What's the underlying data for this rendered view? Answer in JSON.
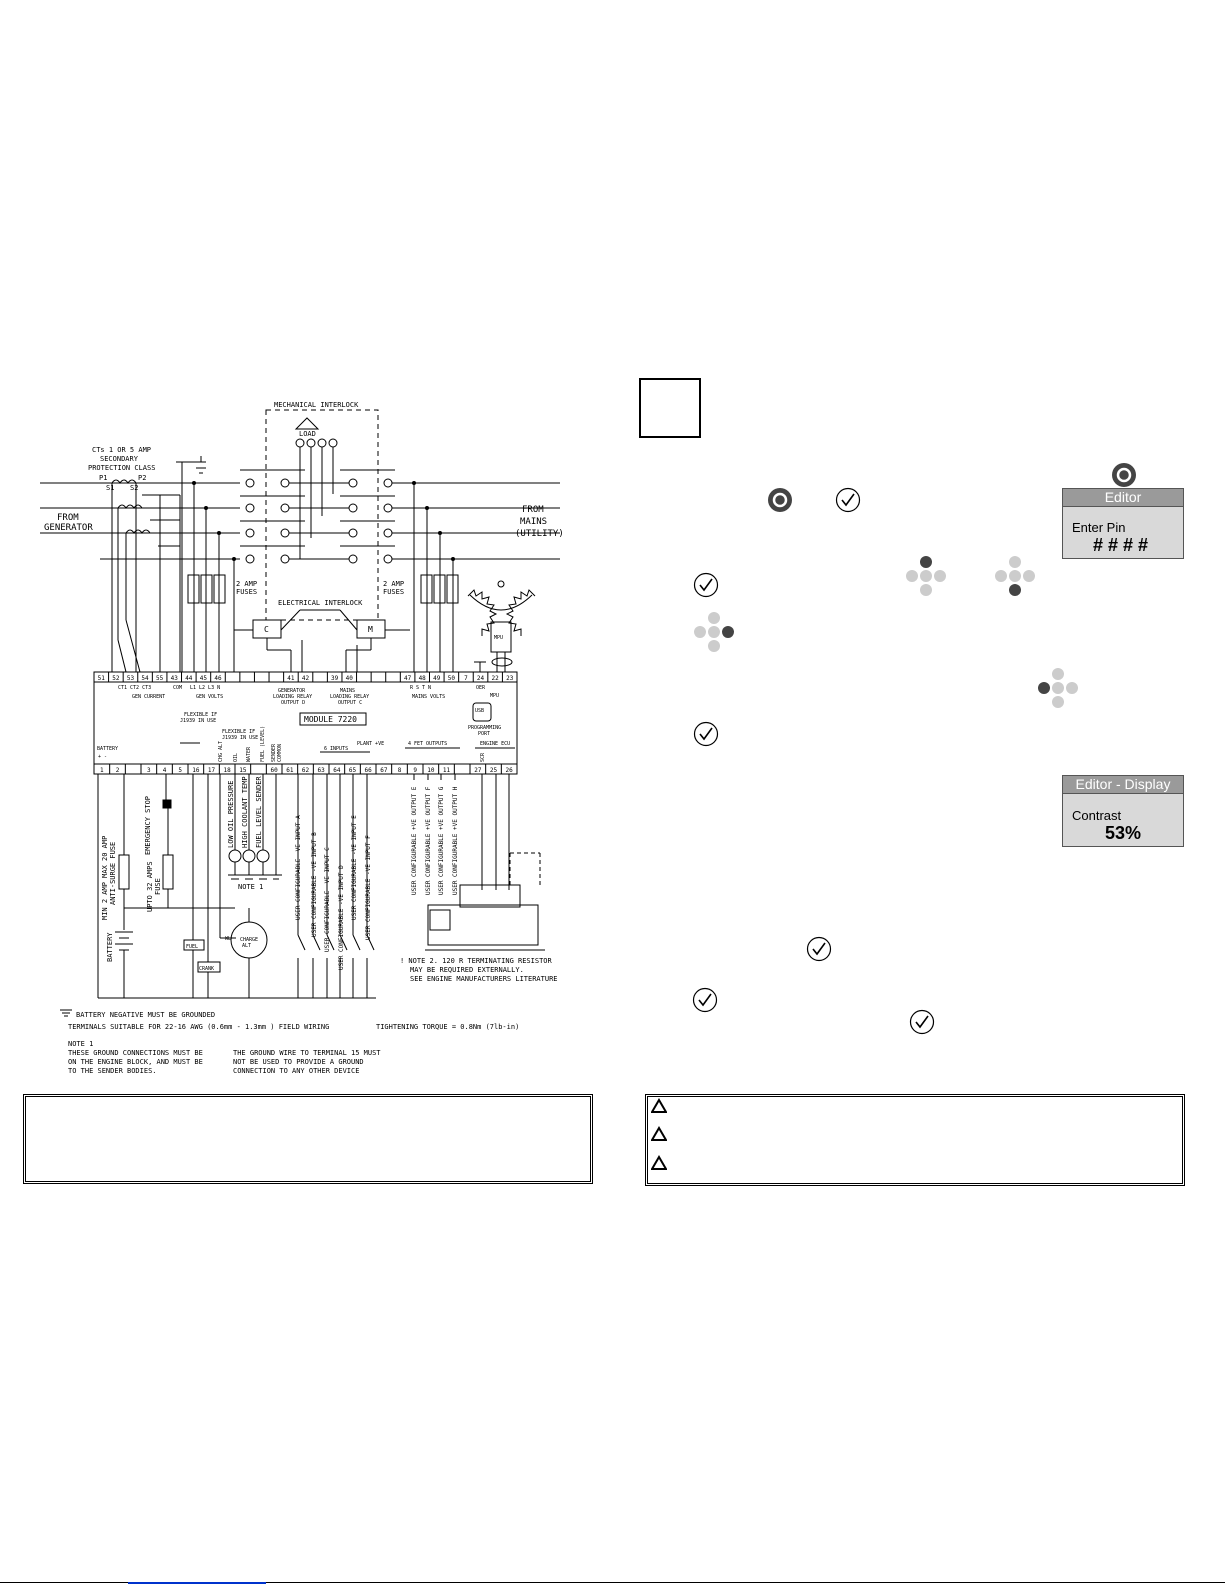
{
  "diagram": {
    "mechanical_interlock": "MECHANICAL INTERLOCK",
    "load": "LOAD",
    "ct_note": [
      "CTs 1 OR 5 AMP",
      "SECONDARY",
      "PROTECTION CLASS"
    ],
    "p1": "P1",
    "p2": "P2",
    "s1": "S1",
    "s2": "S2",
    "from_generator": [
      "FROM",
      "GENERATOR"
    ],
    "from_mains": [
      "FROM",
      "MAINS",
      "(UTILITY)"
    ],
    "fuses_left": [
      "2 AMP",
      "FUSES"
    ],
    "fuses_right": [
      "2 AMP",
      "FUSES"
    ],
    "electrical_interlock": "ELECTRICAL INTERLOCK",
    "contactor_c": "C",
    "contactor_m": "M",
    "mpu": "MPU",
    "module": "MODULE 7220",
    "top_terminals": [
      "51",
      "52",
      "53",
      "54",
      "55",
      "43",
      "44",
      "45",
      "46",
      "",
      "",
      "",
      "",
      "41",
      "42",
      "",
      "39",
      "40",
      "",
      "",
      "",
      "47",
      "48",
      "49",
      "50",
      "7",
      "24",
      "22",
      "23"
    ],
    "ct_labels": "CT1 CT2 CT3",
    "com": "COM",
    "gen_current": "GEN CURRENT",
    "gen_volts": "GEN VOLTS",
    "gen_phase": "L1 L2 L3 N",
    "gen_relay": [
      "GENERATOR",
      "LOADING RELAY",
      "OUTPUT D"
    ],
    "mains_relay": [
      "MAINS",
      "LOADING RELAY",
      "OUTPUT C"
    ],
    "mains_volts": "MAINS VOLTS",
    "mains_phase": "R S T N",
    "oer": "OER",
    "mpu_label": "MPU",
    "usb": "USB",
    "programming_port": [
      "PROGRAMMING",
      "PORT"
    ],
    "flexible1": [
      "FLEXIBLE IF",
      "J1939 IN USE"
    ],
    "flexible2": [
      "FLEXIBLE IF",
      "J1939 IN USE"
    ],
    "battery_label": "BATTERY",
    "plus_minus": "+  -",
    "chg_alt": "CHG ALT",
    "oil": "OIL",
    "water": "WATER",
    "fuel_level": "FUEL (LEVEL)",
    "sender_common": [
      "SENDER",
      "COMMON"
    ],
    "inputs": "6 INPUTS",
    "plant_ve": "PLANT +VE",
    "fet_outputs": "4 FET OUTPUTS",
    "engine_ecu": "ENGINE ECU",
    "scr": "SCR",
    "bottom_terminals": [
      "1",
      "2",
      "",
      "3",
      "4",
      "5",
      "16",
      "17",
      "18",
      "15",
      "",
      "60",
      "61",
      "62",
      "63",
      "64",
      "65",
      "66",
      "67",
      "8",
      "9",
      "10",
      "11",
      "",
      "27",
      "25",
      "26"
    ],
    "low_oil": "LOW OIL PRESSURE",
    "high_coolant": "HIGH COOLANT TEMP",
    "fuel_sender": "FUEL LEVEL SENDER",
    "note1_label": "NOTE 1",
    "emergency_stop": "EMERGENCY STOP",
    "battery_fuse": [
      "MIN 2 AMP MAX 20 AMP",
      "ANTI-SURGE FUSE"
    ],
    "upto_fuse": [
      "UPTO 32 AMPS",
      "FUSE"
    ],
    "battery": "BATTERY",
    "fuel": "FUEL",
    "crank": "CRANK",
    "charge_alt": [
      "CHARGE",
      "ALT"
    ],
    "wl": "WL",
    "user_inputs": [
      "USER CONFIGURABLE -VE INPUT A",
      "USER CONFIGURABLE -VE INPUT B",
      "USER CONFIGURABLE -VE INPUT C",
      "USER CONFIGURABLE -VE INPUT D",
      "USER CONFIGURABLE -VE INPUT E",
      "USER CONFIGURABLE -VE INPUT F"
    ],
    "user_outputs": [
      "USER CONFIGURABLE +VE OUTPUT E",
      "USER CONFIGURABLE +VE OUTPUT F",
      "USER CONFIGURABLE +VE OUTPUT G",
      "USER CONFIGURABLE +VE OUTPUT H"
    ],
    "note2": [
      "! NOTE 2. 120 R TERMINATING RESISTOR",
      "MAY BE REQUIRED EXTERNALLY.",
      "SEE ENGINE MANUFACTURERS LITERATURE"
    ],
    "battery_negative": "BATTERY NEGATIVE MUST BE GROUNDED",
    "terminals_note": "TERMINALS SUITABLE FOR 22-16 AWG (0.6mm - 1.3mm ) FIELD WIRING",
    "torque": "TIGHTENING TORQUE = 0.8Nm (7lb-in)",
    "note1_text": [
      "NOTE 1",
      "THESE GROUND CONNECTIONS MUST BE",
      "ON THE ENGINE BLOCK, AND MUST BE",
      "TO THE SENDER BODIES."
    ],
    "ground_note": [
      "THE GROUND WIRE TO TERMINAL 15 MUST",
      "NOT BE USED TO PROVIDE A GROUND",
      "CONNECTION TO ANY OTHER DEVICE"
    ]
  },
  "lcd_editor": {
    "header": "Editor",
    "label": "Enter Pin",
    "value": "# # # #"
  },
  "lcd_display": {
    "header": "Editor - Display",
    "label": "Contrast",
    "value": "53%"
  }
}
